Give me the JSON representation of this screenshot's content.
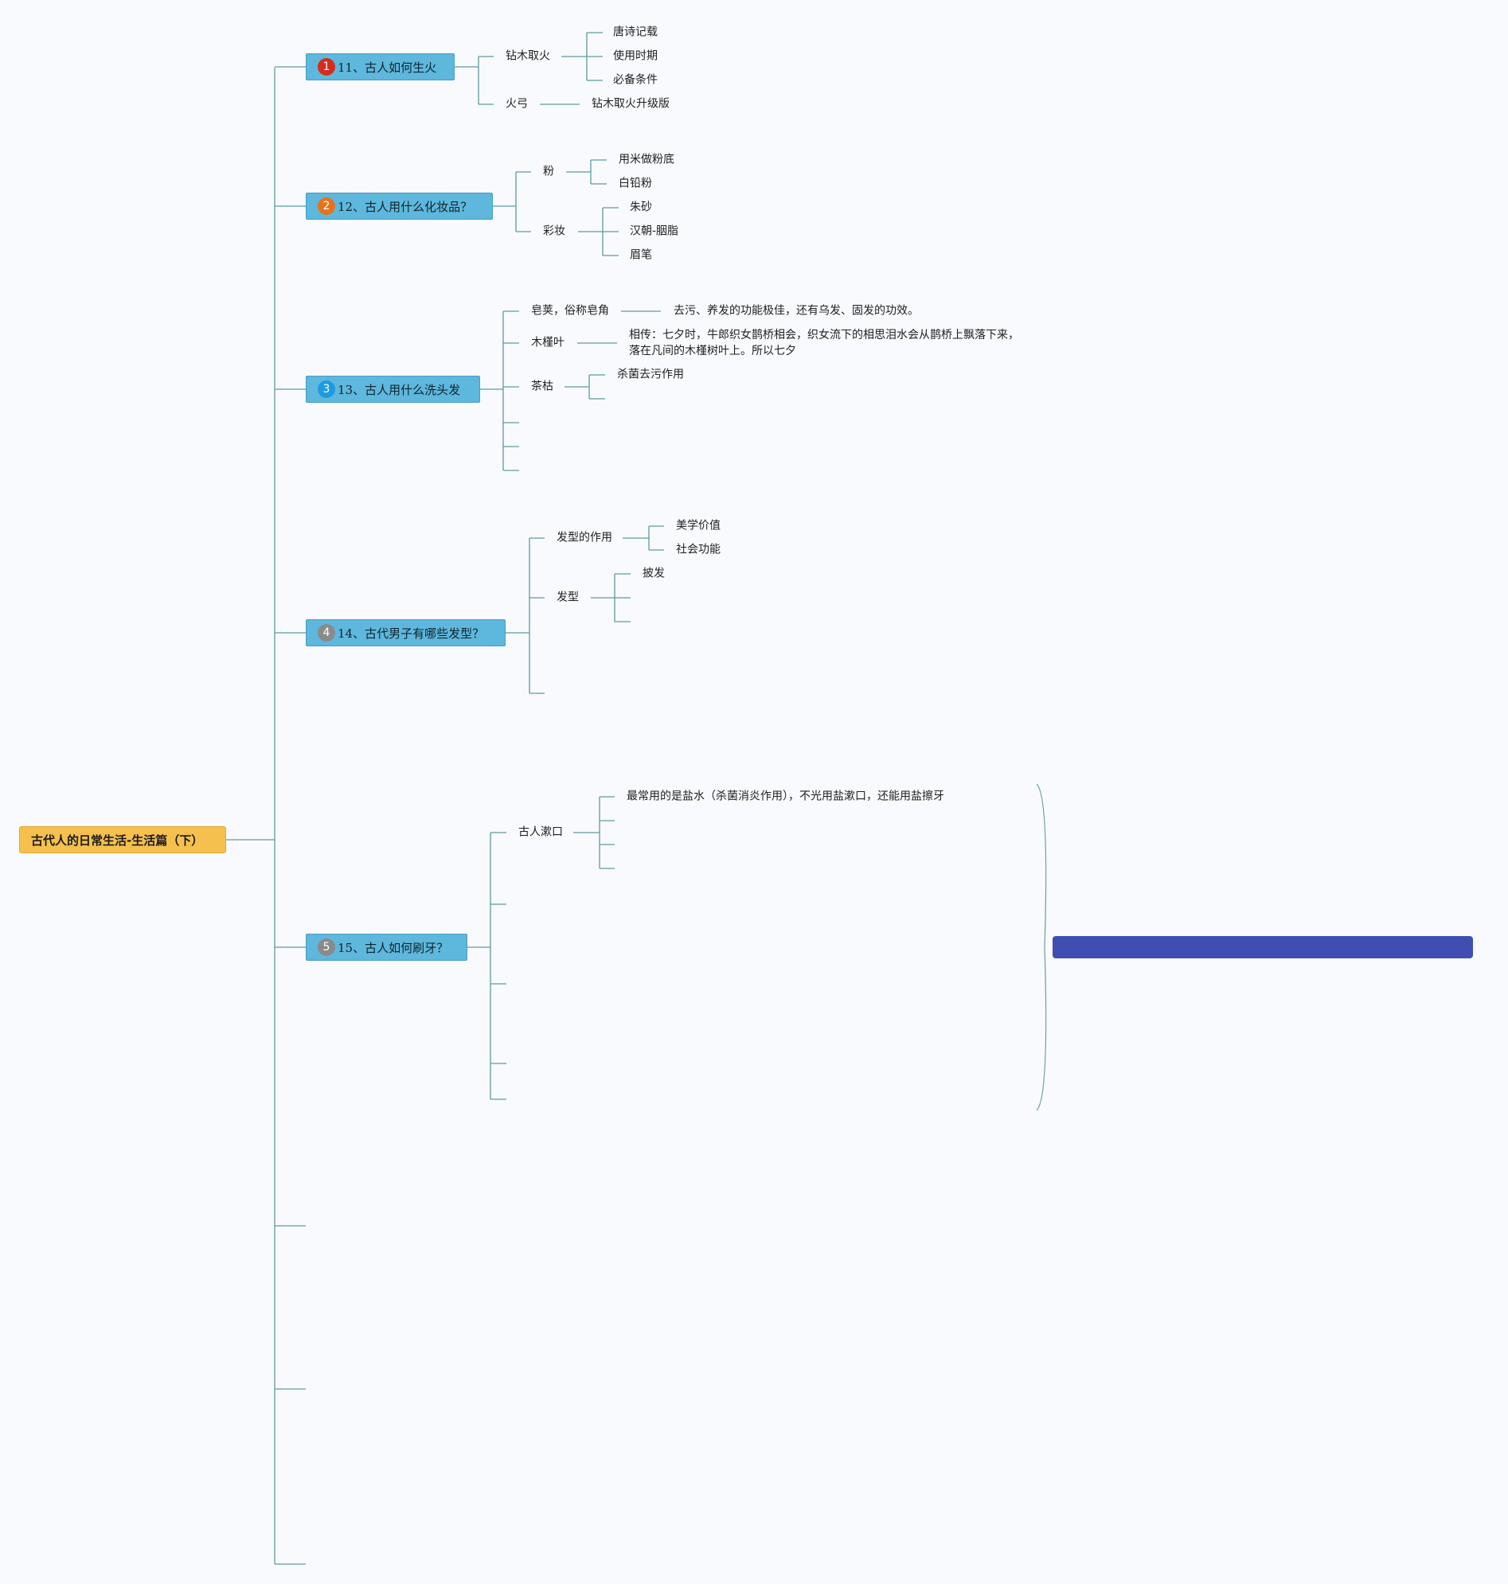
{
  "root": {
    "label": "古代人的日常生活-生活篇（下）"
  },
  "colors": {
    "connector": "#5f9c9c",
    "root": "#f5c04e",
    "topic": "#5eb7dc",
    "summary": "#3f4eb0"
  },
  "topics": [
    {
      "badge": "1",
      "badge_color": "#d62b1f",
      "label": "11、古人如何生火",
      "branches": [
        {
          "label": "钻木取火",
          "children": [
            "唐诗记载",
            "使用时期",
            "必备条件"
          ]
        },
        {
          "label": "火弓",
          "children": [
            "钻木取火升级版"
          ]
        }
      ]
    },
    {
      "badge": "2",
      "badge_color": "#e5731c",
      "label": "12、古人用什么化妆品？",
      "branches": [
        {
          "label": "粉",
          "children": [
            "用米做粉底",
            "白铅粉"
          ]
        },
        {
          "label": "彩妆",
          "children": [
            "朱砂",
            "汉朝-胭脂",
            "眉笔"
          ]
        }
      ]
    },
    {
      "badge": "3",
      "badge_color": "#1e9be0",
      "label": "13、古人用什么洗头发",
      "branches": [
        {
          "label": "皂荚，俗称皂角",
          "children": [
            "去污、养发的功能极佳，还有乌发、固发的功效。"
          ]
        },
        {
          "label": "木槿叶",
          "children": [
            "相传：七夕时，牛郎织女鹊桥相会，织女流下的相思泪水会从鹊桥上飘落下来，落在凡间的木槿树叶上。所以七夕"
          ]
        },
        {
          "label": "茶枯",
          "children": [
            "杀菌去污作用"
          ]
        }
      ]
    },
    {
      "badge": "4",
      "badge_color": "#8a8a8a",
      "label": "14、古代男子有哪些发型？",
      "branches": [
        {
          "label": "发型的作用",
          "children": [
            "美学价值",
            "社会功能"
          ]
        },
        {
          "label": "发型",
          "children": [
            "披发"
          ]
        }
      ]
    },
    {
      "badge": "5",
      "badge_color": "#8a8a8a",
      "label": "15、古人如何刷牙？",
      "branches": [
        {
          "label": "古人漱口",
          "children": [
            "最常用的是盐水（杀菌消炎作用），不光用盐漱口，还能用盐擦牙"
          ]
        }
      ]
    }
  ]
}
